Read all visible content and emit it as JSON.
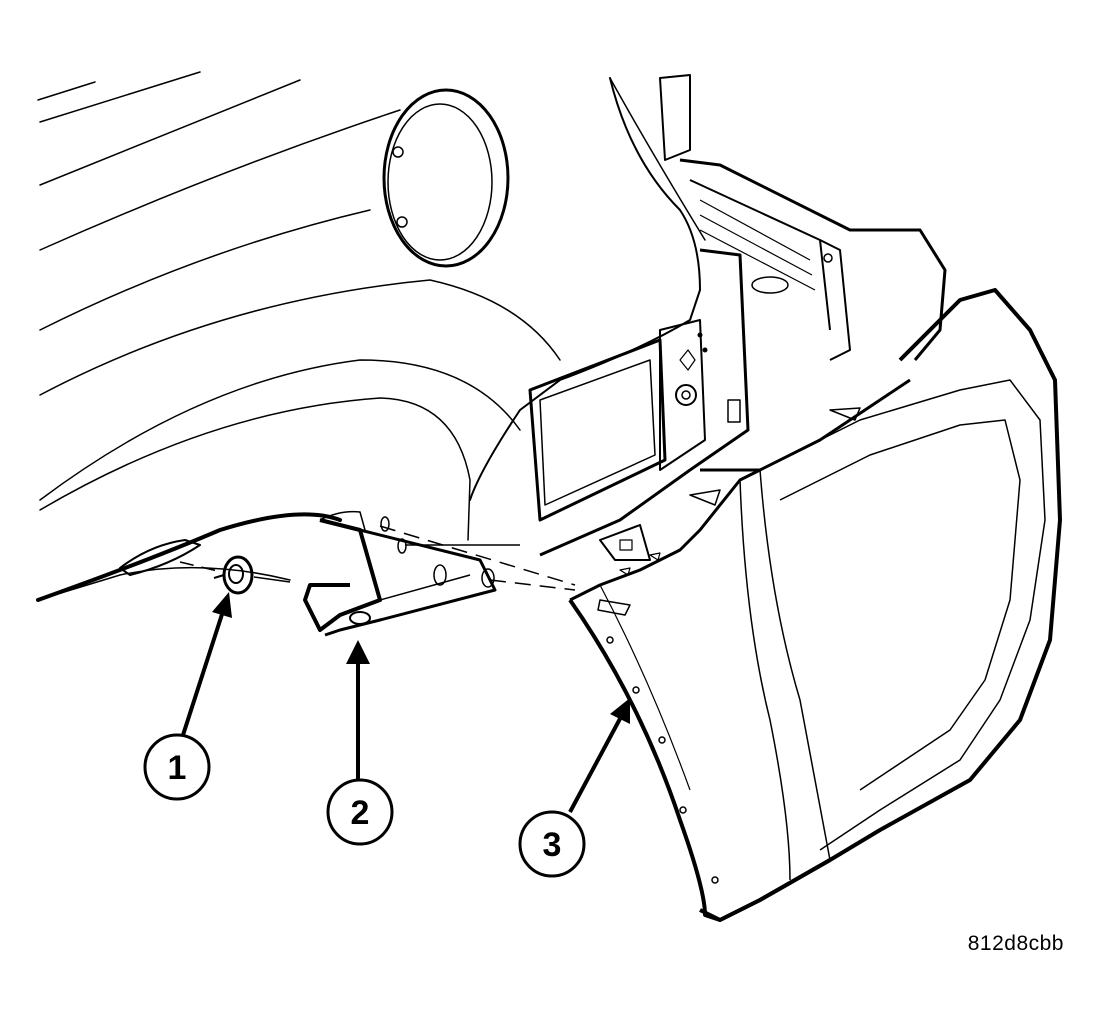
{
  "figure_id": "812d8cbb",
  "callouts": [
    {
      "number": "1",
      "part_icon": "push-pin-retainer-icon"
    },
    {
      "number": "2",
      "part_icon": "mounting-bracket-icon"
    },
    {
      "number": "3",
      "part_icon": "fender-flare-icon"
    }
  ],
  "colors": {
    "line": "#000000",
    "background": "#ffffff"
  }
}
